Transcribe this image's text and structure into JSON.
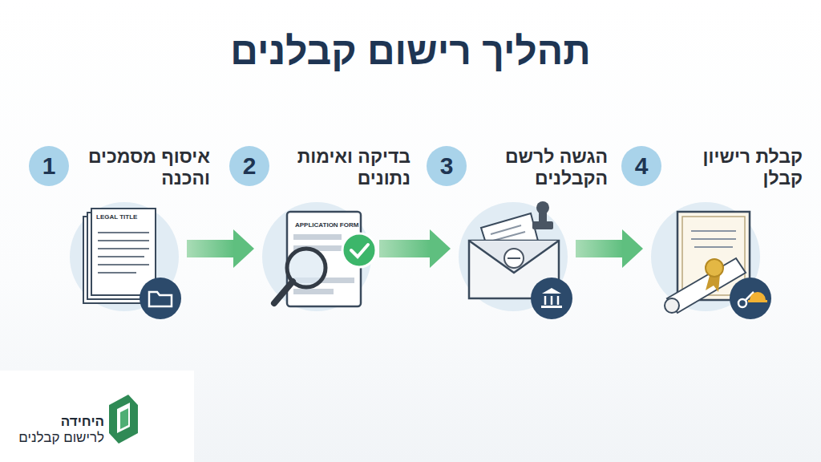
{
  "diagram": {
    "title": "תהליך רישום קבלנים",
    "nodes": [
      {
        "text": [
          "1",
          "איסוף מסמכים והכנה"
        ]
      },
      {
        "text": [
          "2",
          "בדיקה ואימות נתונים"
        ]
      },
      {
        "text": [
          "3",
          "הגשה לרשם הקבלנים"
        ]
      },
      {
        "text": [
          "4",
          "קבלת רישיון קבלן"
        ]
      }
    ],
    "edges": [
      {
        "from": 0,
        "to": 1,
        "arrow": "to"
      },
      {
        "from": 1,
        "to": 2,
        "arrow": "to"
      },
      {
        "from": 2,
        "to": 3,
        "arrow": "to"
      }
    ],
    "labels": [
      "LEGAL TITLE",
      "APPLICATION FORM",
      "היחידה",
      "לרישום קבלנים"
    ]
  }
}
